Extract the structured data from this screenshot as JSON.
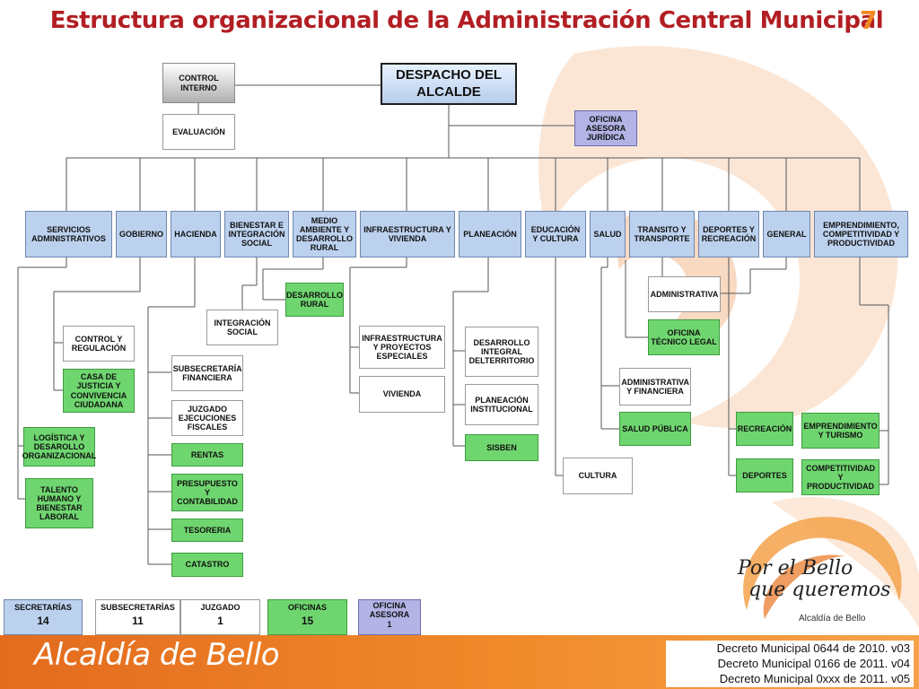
{
  "title": "Estructura organizacional de la Administración Central Municipal",
  "page_number": "7",
  "top": {
    "control_interno": "CONTROL INTERNO",
    "evaluacion": "EVALUACIÓN",
    "despacho": "DESPACHO DEL ALCALDE",
    "oficina_asesora": "OFICINA ASESORA JURÍDICA"
  },
  "secretarias": {
    "servicios": "SERVICIOS ADMINISTRATIVOS",
    "gobierno": "GOBIERNO",
    "hacienda": "HACIENDA",
    "bienestar": "BIENESTAR E INTEGRACIÓN SOCIAL",
    "medio": "MEDIO AMBIENTE Y DESARROLLO RURAL",
    "infra": "INFRAESTRUCTURA Y VIVIENDA",
    "planeacion": "PLANEACIÓN",
    "educacion": "EDUCACIÓN Y CULTURA",
    "salud": "SALUD",
    "transito": "TRANSITO Y TRANSPORTE",
    "deportes": "DEPORTES Y RECREACIÓN",
    "general": "GENERAL",
    "emprend": "EMPRENDIMIENTO, COMPETITIVIDAD Y PRODUCTIVIDAD"
  },
  "units": {
    "desarrollo_rural": "DESARROLLO RURAL",
    "integracion_social": "INTEGRACIÓN SOCIAL",
    "control_regulacion": "CONTROL Y REGULACIÓN",
    "casa_justicia": "CASA DE JUSTICIA Y CONVIVENCIA CIUDADANA",
    "logistica": "LOGÍSTICA Y DESAROLLO ORGANIZACIONAL",
    "talento": "TALENTO HUMANO Y BIENESTAR LABORAL",
    "subsec_financiera": "SUBSECRETARÍA FINANCIERA",
    "juzgado": "JUZGADO EJECUCIONES FISCALES",
    "rentas": "RENTAS",
    "presupuesto": "PRESUPUESTO Y CONTABILIDAD",
    "tesoreria": "TESORERIA",
    "catastro": "CATASTRO",
    "infra_proyectos": "INFRAESTRUCTURA Y PROYECTOS ESPECIALES",
    "vivienda": "VIVIENDA",
    "desarrollo_integral": "DESARROLLO INTEGRAL DELTERRITORIO",
    "planeacion_inst": "PLANEACIÓN INSTITUCIONAL",
    "sisben": "SISBEN",
    "cultura": "CULTURA",
    "administrativa": "ADMINISTRATIVA",
    "oficina_tecnico": "OFICINA TÉCNICO LEGAL",
    "admin_financiera": "ADMINISTRATIVA Y FINANCIERA",
    "salud_publica": "SALUD PÚBLICA",
    "recreacion": "RECREACIÓN",
    "deportes_u": "DEPORTES",
    "emprend_turismo": "EMPRENDIMIENTO Y TURISMO",
    "competitividad": "COMPETITIVIDAD Y PRODUCTIVIDAD"
  },
  "legend": {
    "secretarias_label": "SECRETARÍAS",
    "secretarias_count": "14",
    "subsecretarias_label": "SUBSECRETARÍAS",
    "subsecretarias_count": "11",
    "juzgado_label": "JUZGADO",
    "juzgado_count": "1",
    "oficinas_label": "OFICINAS",
    "oficinas_count": "15",
    "oficina_asesora_label": "OFICINA ASESORA",
    "oficina_asesora_count": "1"
  },
  "footer": {
    "brand": "Alcaldía de Bello",
    "decreto_1": "Decreto Municipal 0644 de 2010. v03",
    "decreto_2": "Decreto Municipal 0166 de 2011. v04",
    "decreto_3": "Decreto Municipal 0xxx de 2011. v05"
  },
  "logo": {
    "line1": "Por el Bello",
    "line2": "que queremos",
    "sub": "Alcaldía de Bello"
  },
  "colors": {
    "title": "#b21e23",
    "orange": "#f08a2a",
    "green_unit": "#6fd66f",
    "blue_secretaria": "#bcd1ee",
    "purple_office": "#b3b3e6"
  }
}
